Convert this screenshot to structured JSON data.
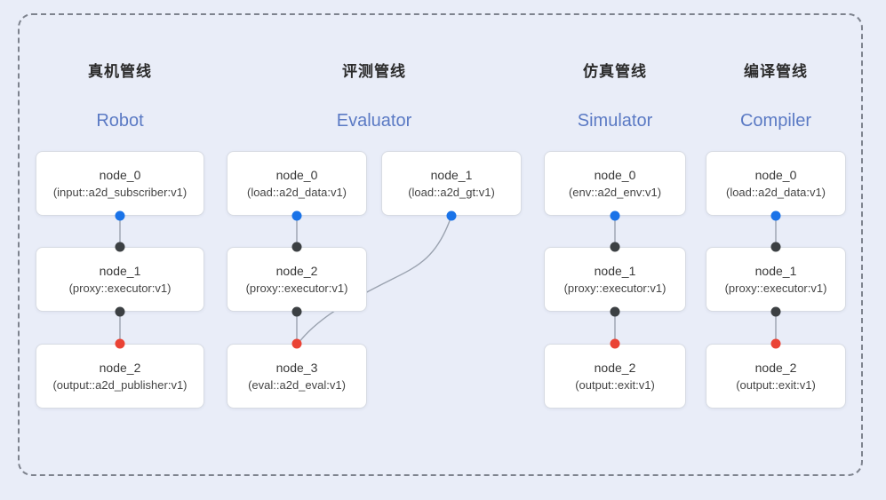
{
  "diagram": {
    "background_color": "#e9edf8",
    "frame_border_color": "#7e838e",
    "edge_color": "#9aa2af"
  },
  "colors": {
    "blue_port": "#1a73e8",
    "black_port": "#3c4043",
    "red_port": "#ea4335",
    "cn_title": "#2b2b2b",
    "en_title": "#5b7ac4"
  },
  "pipelines": [
    {
      "title_cn": "真机管线",
      "title_en": "Robot",
      "nodes": [
        {
          "name": "node_0",
          "type": "(input::a2d_subscriber:v1)"
        },
        {
          "name": "node_1",
          "type": "(proxy::executor:v1)"
        },
        {
          "name": "node_2",
          "type": "(output::a2d_publisher:v1)"
        }
      ],
      "edges": [
        {
          "from": "node_0",
          "to": "node_1"
        },
        {
          "from": "node_1",
          "to": "node_2"
        }
      ]
    },
    {
      "title_cn": "评测管线",
      "title_en": "Evaluator",
      "nodes": [
        {
          "name": "node_0",
          "type": "(load::a2d_data:v1)"
        },
        {
          "name": "node_1",
          "type": "(load::a2d_gt:v1)"
        },
        {
          "name": "node_2",
          "type": "(proxy::executor:v1)"
        },
        {
          "name": "node_3",
          "type": "(eval::a2d_eval:v1)"
        }
      ],
      "edges": [
        {
          "from": "node_0",
          "to": "node_2"
        },
        {
          "from": "node_2",
          "to": "node_3"
        },
        {
          "from": "node_1",
          "to": "node_3"
        }
      ]
    },
    {
      "title_cn": "仿真管线",
      "title_en": "Simulator",
      "nodes": [
        {
          "name": "node_0",
          "type": "(env::a2d_env:v1)"
        },
        {
          "name": "node_1",
          "type": "(proxy::executor:v1)"
        },
        {
          "name": "node_2",
          "type": "(output::exit:v1)"
        }
      ],
      "edges": [
        {
          "from": "node_0",
          "to": "node_1"
        },
        {
          "from": "node_1",
          "to": "node_2"
        }
      ]
    },
    {
      "title_cn": "编译管线",
      "title_en": "Compiler",
      "nodes": [
        {
          "name": "node_0",
          "type": "(load::a2d_data:v1)"
        },
        {
          "name": "node_1",
          "type": "(proxy::executor:v1)"
        },
        {
          "name": "node_2",
          "type": "(output::exit:v1)"
        }
      ],
      "edges": [
        {
          "from": "node_0",
          "to": "node_1"
        },
        {
          "from": "node_1",
          "to": "node_2"
        }
      ]
    }
  ]
}
